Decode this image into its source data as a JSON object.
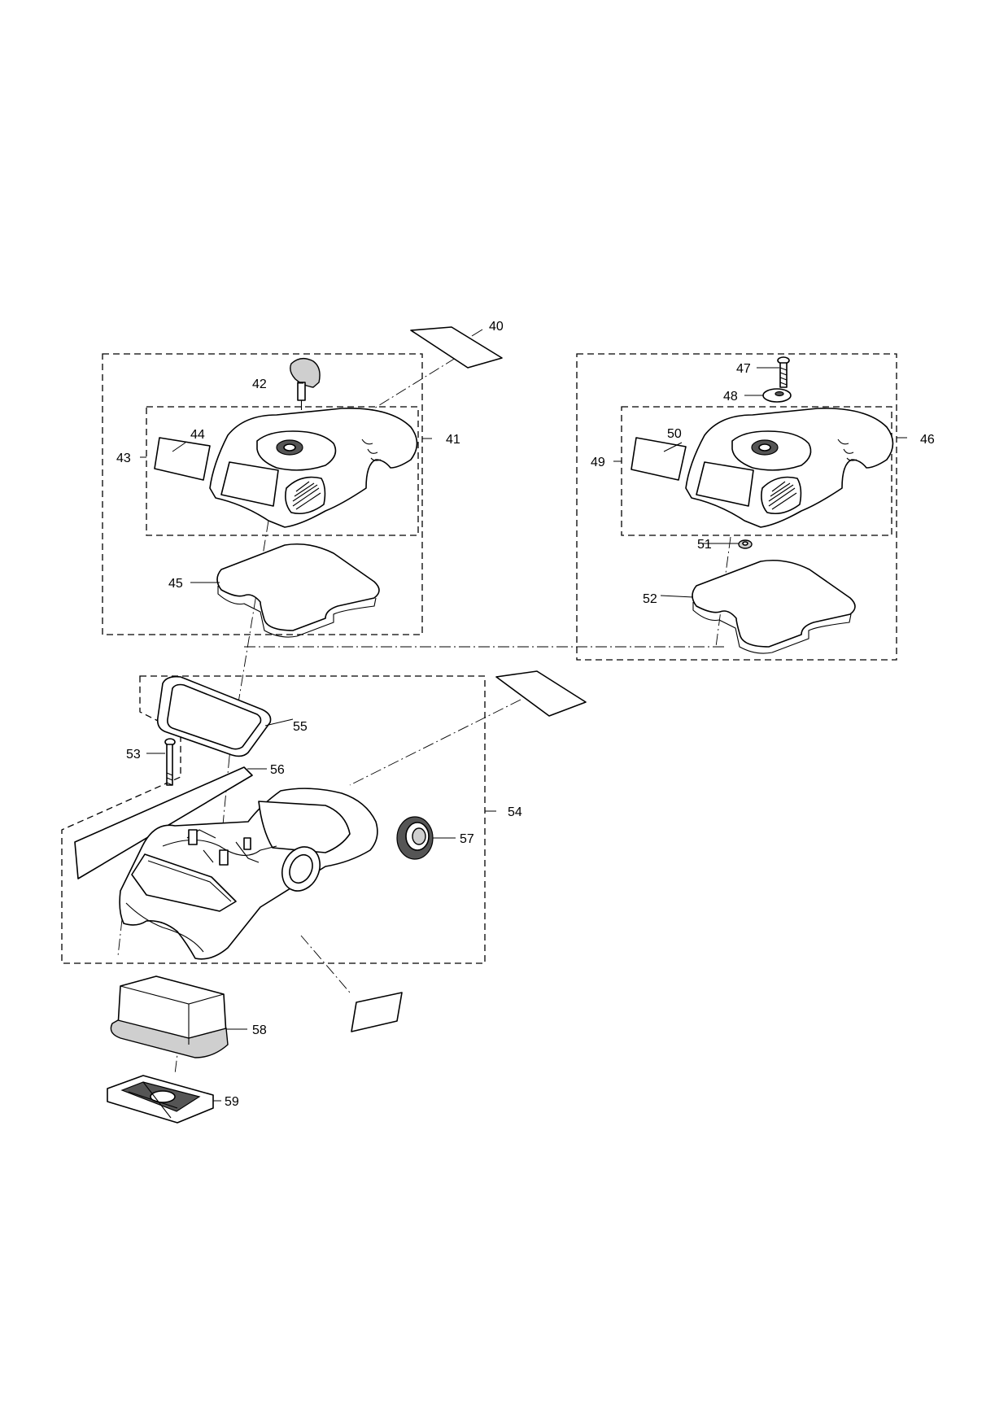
{
  "diagram": {
    "part_numbers": [
      "40",
      "41",
      "42",
      "43",
      "44",
      "45",
      "46",
      "47",
      "48",
      "49",
      "50",
      "51",
      "52",
      "53",
      "54",
      "55",
      "56",
      "57",
      "58",
      "59"
    ]
  }
}
